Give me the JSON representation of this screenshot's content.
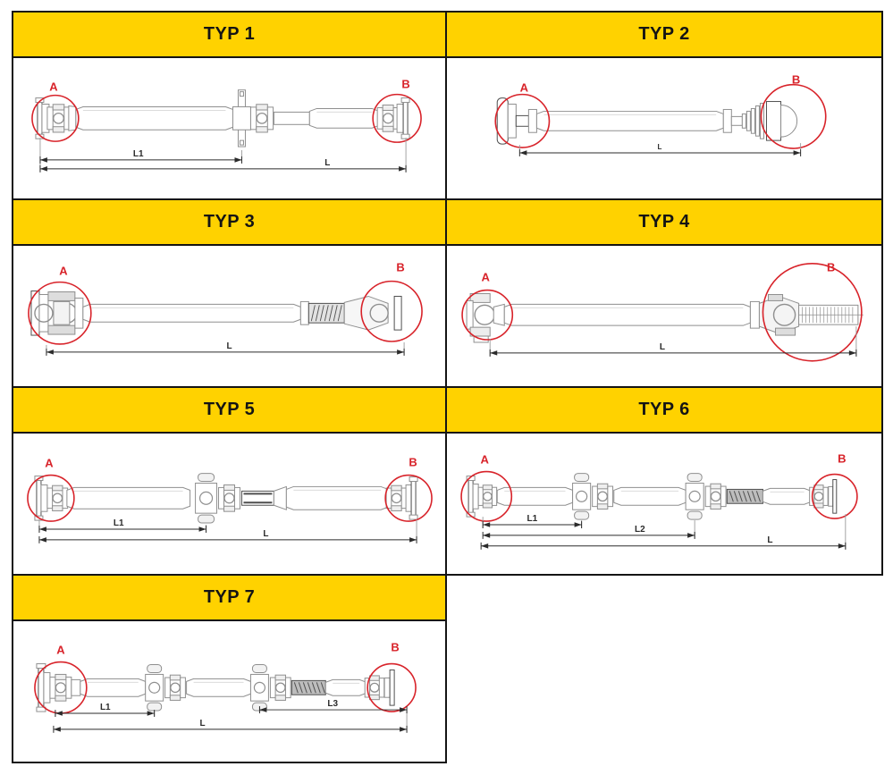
{
  "page": {
    "background": "#ffffff"
  },
  "colors": {
    "header_bg": "#FFD200",
    "header_text": "#141414",
    "grid_border": "#141414",
    "marker_red": "#D8232A",
    "dim_color": "#2B2B2B",
    "line_light": "#8F8F8F",
    "line_dark": "#4F4F4F"
  },
  "cells": [
    {
      "label": "TYP 1",
      "variant": "typ1",
      "end_a": "A",
      "end_b": "B",
      "dims": [
        "L1",
        "L"
      ]
    },
    {
      "label": "TYP 2",
      "variant": "typ2",
      "end_a": "A",
      "end_b": "B",
      "dims": [
        "L"
      ]
    },
    {
      "label": "TYP 3",
      "variant": "typ3",
      "end_a": "A",
      "end_b": "B",
      "dims": [
        "L"
      ]
    },
    {
      "label": "TYP 4",
      "variant": "typ4",
      "end_a": "A",
      "end_b": "B",
      "dims": [
        "L"
      ]
    },
    {
      "label": "TYP 5",
      "variant": "typ5",
      "end_a": "A",
      "end_b": "B",
      "dims": [
        "L1",
        "L"
      ]
    },
    {
      "label": "TYP 6",
      "variant": "typ6",
      "end_a": "A",
      "end_b": "B",
      "dims": [
        "L1",
        "L2",
        "L"
      ]
    },
    {
      "label": "TYP 7",
      "variant": "typ7",
      "end_a": "A",
      "end_b": "B",
      "dims": [
        "L1",
        "L3",
        "L"
      ]
    }
  ]
}
